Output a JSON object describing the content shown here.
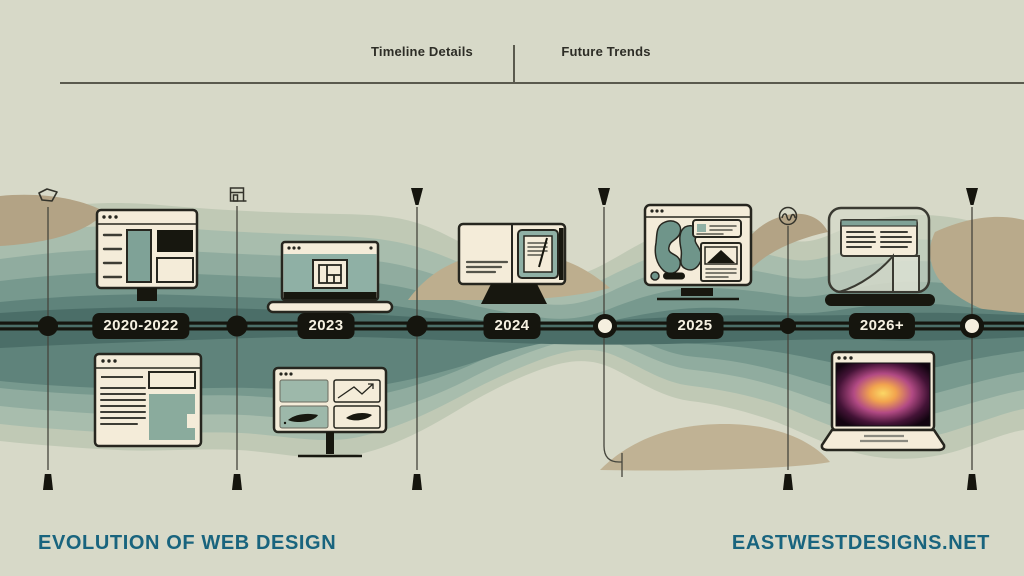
{
  "header": {
    "tabs": [
      {
        "label": "Timeline Details"
      },
      {
        "label": "Future Trends"
      }
    ]
  },
  "timeline": {
    "milestones": [
      {
        "label": "2020-2022",
        "node_style": "filled-black",
        "icon_above": "desktop-monitor-browser",
        "icon_below": "browser-article-page"
      },
      {
        "label": "2023",
        "node_style": "filled-black",
        "icon_above": "laptop-wireframe-screen",
        "icon_below": "monitor-grid-panels"
      },
      {
        "label": "2024",
        "node_style": "filled-black",
        "icon_above": "monitor-open-book-editor"
      },
      {
        "label": "2025",
        "node_style": "open-cream",
        "icon_above": "browser-map-cards"
      },
      {
        "label": "2026+",
        "node_style": "open-cream",
        "icon_above": "tablet-document-fold",
        "icon_below": "laptop-glowing-screen"
      }
    ],
    "top_glyphs": [
      "gem-outline",
      "storefront-window",
      "pin-triangle",
      "pin-triangle",
      "scribble-circle",
      "pin-triangle"
    ],
    "bottom_markers": [
      "plumb-bob",
      "plumb-bob",
      "plumb-bob",
      "hook-line",
      "plumb-bob",
      "plumb-bob"
    ]
  },
  "footer": {
    "title": "EVOLUTION OF WEB DESIGN",
    "website": "EASTWESTDESIGNS.NET"
  },
  "colors": {
    "background": "#d7d9c8",
    "band_sage_light": "#c0c9b5",
    "band_sage": "#a8bdad",
    "band_teal_light": "#90ac9f",
    "band_teal": "#77998e",
    "band_teal_dark": "#5f837b",
    "band_teal_core": "#4b6e68",
    "band_tan": "#b3a385",
    "pill_bg": "#15150e",
    "pill_text": "#f6f1e1",
    "cream": "#f4ecd9",
    "icon_teal": "#7fa297",
    "footer_text": "#19647e",
    "glow_yellow": "#f8cf57",
    "glow_magenta": "#a63d85"
  }
}
